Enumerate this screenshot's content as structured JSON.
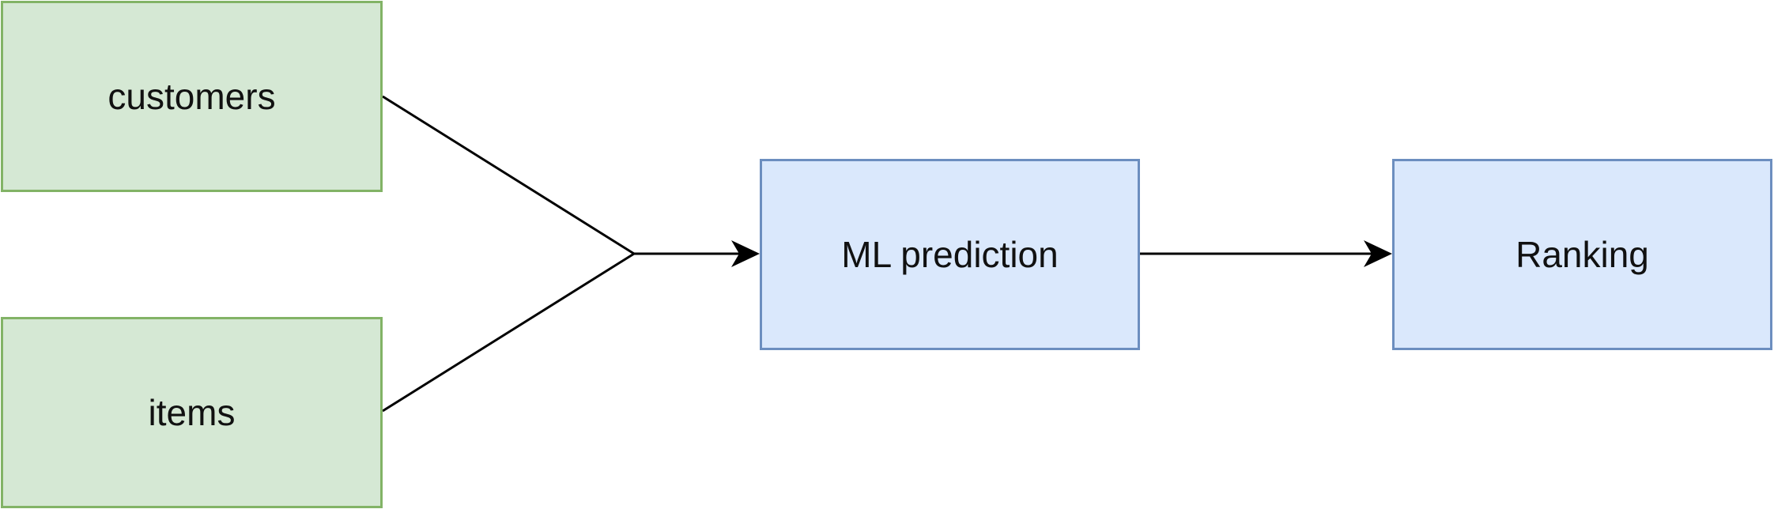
{
  "nodes": {
    "customers": {
      "label": "customers"
    },
    "items": {
      "label": "items"
    },
    "ml_prediction": {
      "label": "ML prediction"
    },
    "ranking": {
      "label": "Ranking"
    }
  },
  "edges": [
    {
      "from": "customers",
      "to": "ml_prediction"
    },
    {
      "from": "items",
      "to": "ml_prediction"
    },
    {
      "from": "ml_prediction",
      "to": "ranking"
    }
  ],
  "colors": {
    "input_fill": "#d5e8d4",
    "input_stroke": "#82b366",
    "process_fill": "#dae8fc",
    "process_stroke": "#6c8ebf",
    "edge": "#000000"
  }
}
